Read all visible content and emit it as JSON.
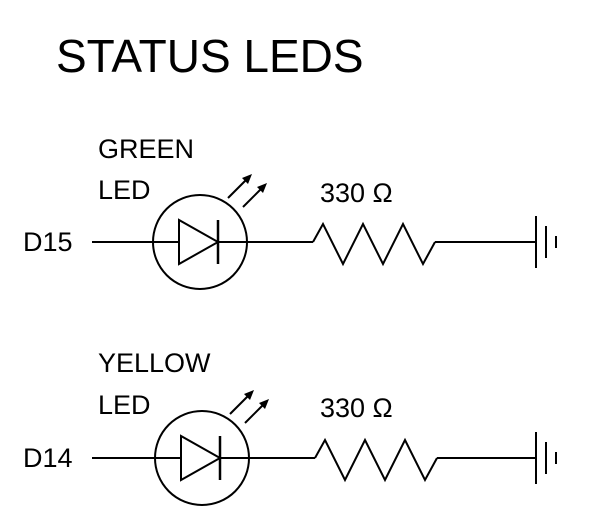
{
  "title": "STATUS LEDS",
  "circuits": [
    {
      "pin": "D15",
      "led_label_line1": "GREEN",
      "led_label_line2": "LED",
      "resistor_label": "330 Ω",
      "led_icon": "led-icon",
      "resistor_icon": "resistor-icon",
      "ground_icon": "ground-icon"
    },
    {
      "pin": "D14",
      "led_label_line1": "YELLOW",
      "led_label_line2": "LED",
      "resistor_label": "330 Ω",
      "led_icon": "led-icon",
      "resistor_icon": "resistor-icon",
      "ground_icon": "ground-icon"
    }
  ]
}
